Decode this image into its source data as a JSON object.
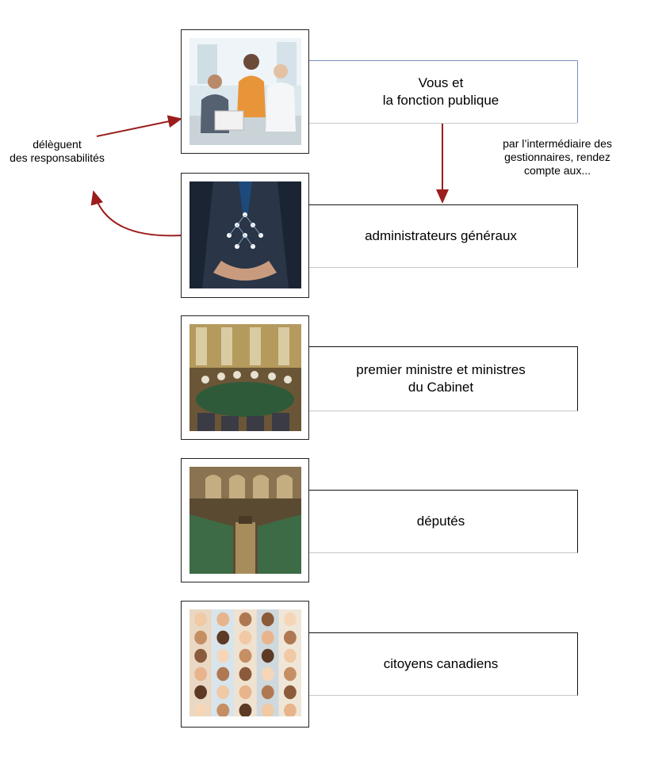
{
  "boxes": [
    {
      "label": "Vous et\nla fonction publique",
      "photo": "team-photo"
    },
    {
      "label": "administrateurs généraux",
      "photo": "hands-network-photo"
    },
    {
      "label": "premier ministre et ministres\ndu Cabinet",
      "photo": "cabinet-meeting-photo"
    },
    {
      "label": "députés",
      "photo": "house-of-commons-photo"
    },
    {
      "label": "citoyens canadiens",
      "photo": "citizens-faces-photo"
    }
  ],
  "annotations": {
    "delegate": "délèguent\ndes responsabilités",
    "accountable": "par l’intermédiaire des\ngestionnaires, rendez\ncompte aux..."
  },
  "colors": {
    "arrow": "#9b1d1d",
    "connector": "#4a6fa5"
  }
}
